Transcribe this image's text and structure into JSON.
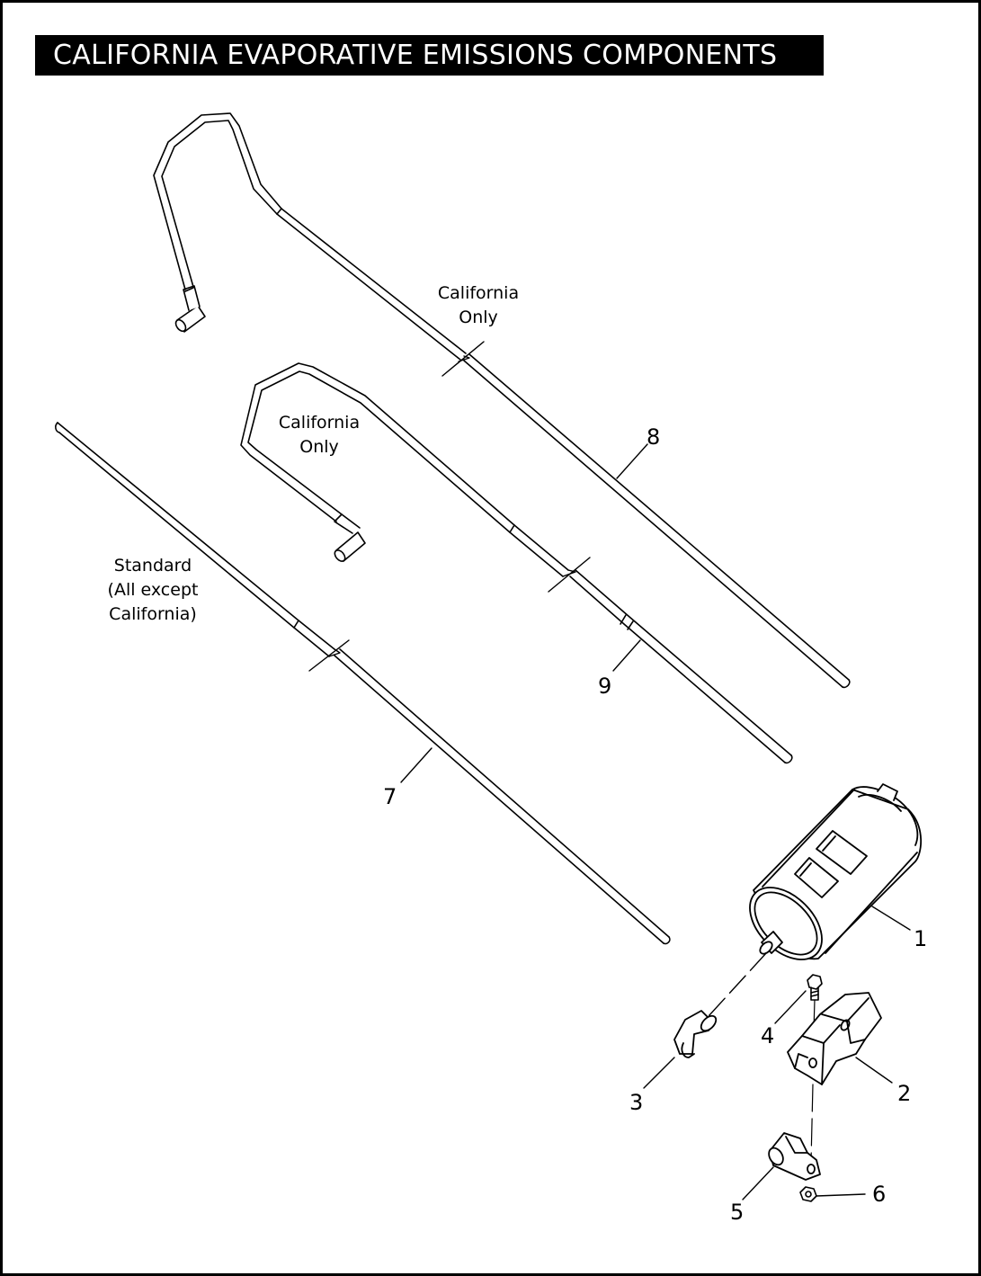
{
  "title": "CALIFORNIA EVAPORATIVE EMISSIONS COMPONENTS",
  "notes": {
    "california_upper": [
      "California",
      "Only"
    ],
    "california_middle": [
      "California",
      "Only"
    ],
    "standard": [
      "Standard",
      "(All except",
      "California)"
    ]
  },
  "callouts": {
    "c1": "1",
    "c2": "2",
    "c3": "3",
    "c4": "4",
    "c5": "5",
    "c6": "6",
    "c7": "7",
    "c8": "8",
    "c9": "9"
  }
}
